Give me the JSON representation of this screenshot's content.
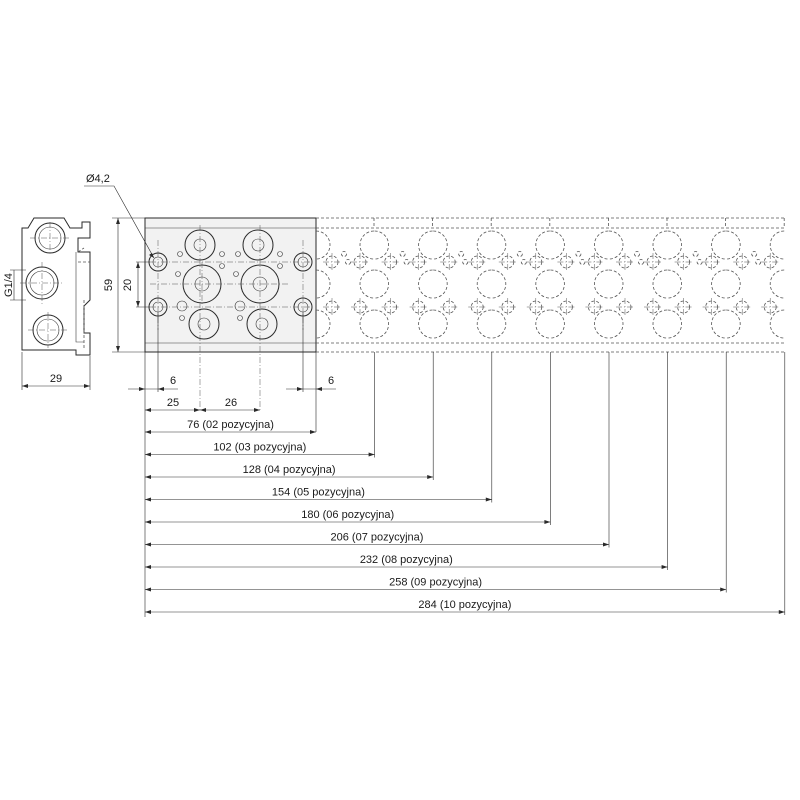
{
  "labels": {
    "hole_diameter": "Ø4,2",
    "thread": "G1/4",
    "side_width": "29",
    "height": "59",
    "hole_spacing_vertical": "20",
    "edge_left": "6",
    "edge_right": "6",
    "first_pitch": "25",
    "pitch": "26"
  },
  "lengths": [
    {
      "value": "76",
      "label": "(02 pozycyjna)"
    },
    {
      "value": "102",
      "label": "(03 pozycyjna)"
    },
    {
      "value": "128",
      "label": "(04 pozycyjna)"
    },
    {
      "value": "154",
      "label": "(05 pozycyjna)"
    },
    {
      "value": "180",
      "label": "(06 pozycyjna)"
    },
    {
      "value": "206",
      "label": "(07 pozycyjna)"
    },
    {
      "value": "232",
      "label": "(08 pozycyjna)"
    },
    {
      "value": "258",
      "label": "(09 pozycyjna)"
    },
    {
      "value": "284",
      "label": "(10 pozycyjna)"
    }
  ]
}
